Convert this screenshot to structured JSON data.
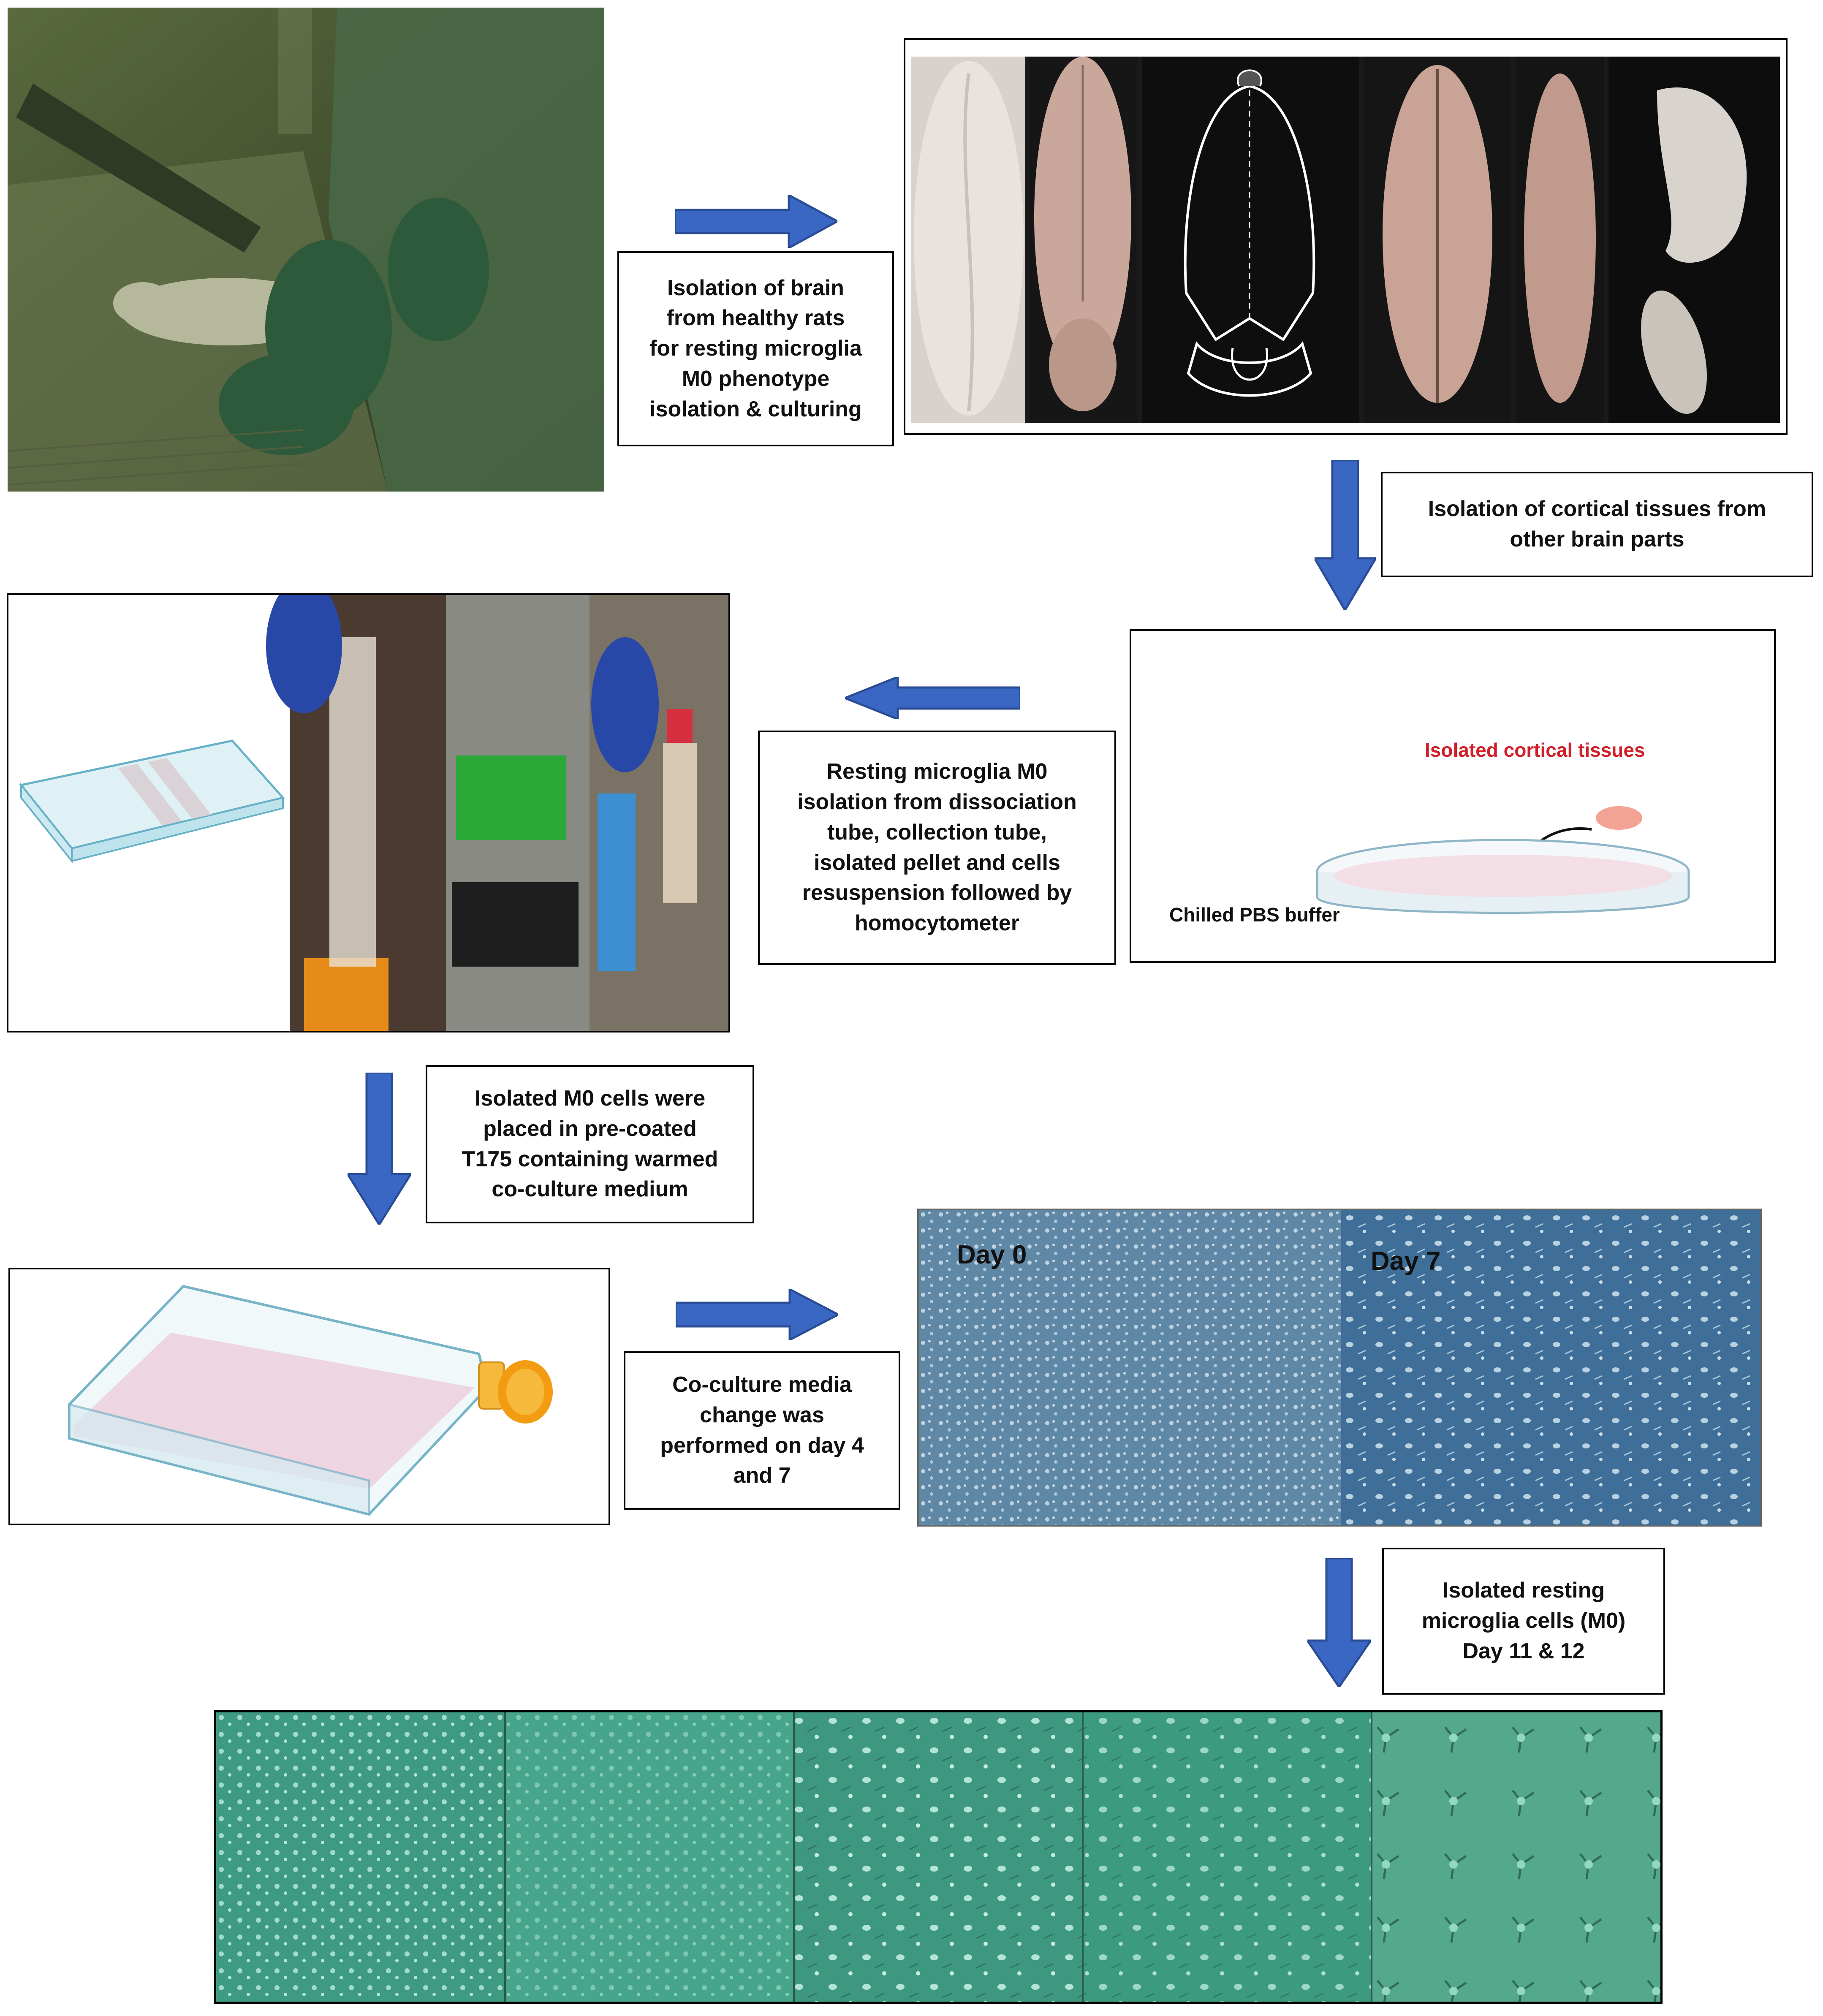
{
  "steps": {
    "brain_isolation": "Isolation of brain\nfrom healthy rats\nfor resting microglia\nM0 phenotype\nisolation & culturing",
    "cortical_isolation": "Isolation of cortical tissues from\nother brain parts",
    "microglia_isolation": "Resting microglia M0\nisolation from dissociation\ntube, collection tube,\nisolated pellet and cells\nresuspension followed by\nhomocytometer",
    "placement": "Isolated M0 cells were\nplaced in pre-coated\nT175 containing warmed\nco-culture medium",
    "media_change": "Co-culture media\nchange was\nperformed on day 4\nand 7",
    "final": "Isolated resting\nmicroglia cells (M0)\nDay 11 & 12"
  },
  "petri": {
    "tissue_label": "Isolated cortical tissues",
    "buffer_label": "Chilled PBS buffer"
  },
  "micrographs": {
    "day0": "Day 0",
    "day7": "Day 7"
  },
  "colors": {
    "arrow": "#3a66c4",
    "arrow_border": "#2a4c96",
    "tissue_label": "#d11f2a",
    "micro_blue": "#4f7ea3",
    "micro_green": "#3f9a82"
  }
}
